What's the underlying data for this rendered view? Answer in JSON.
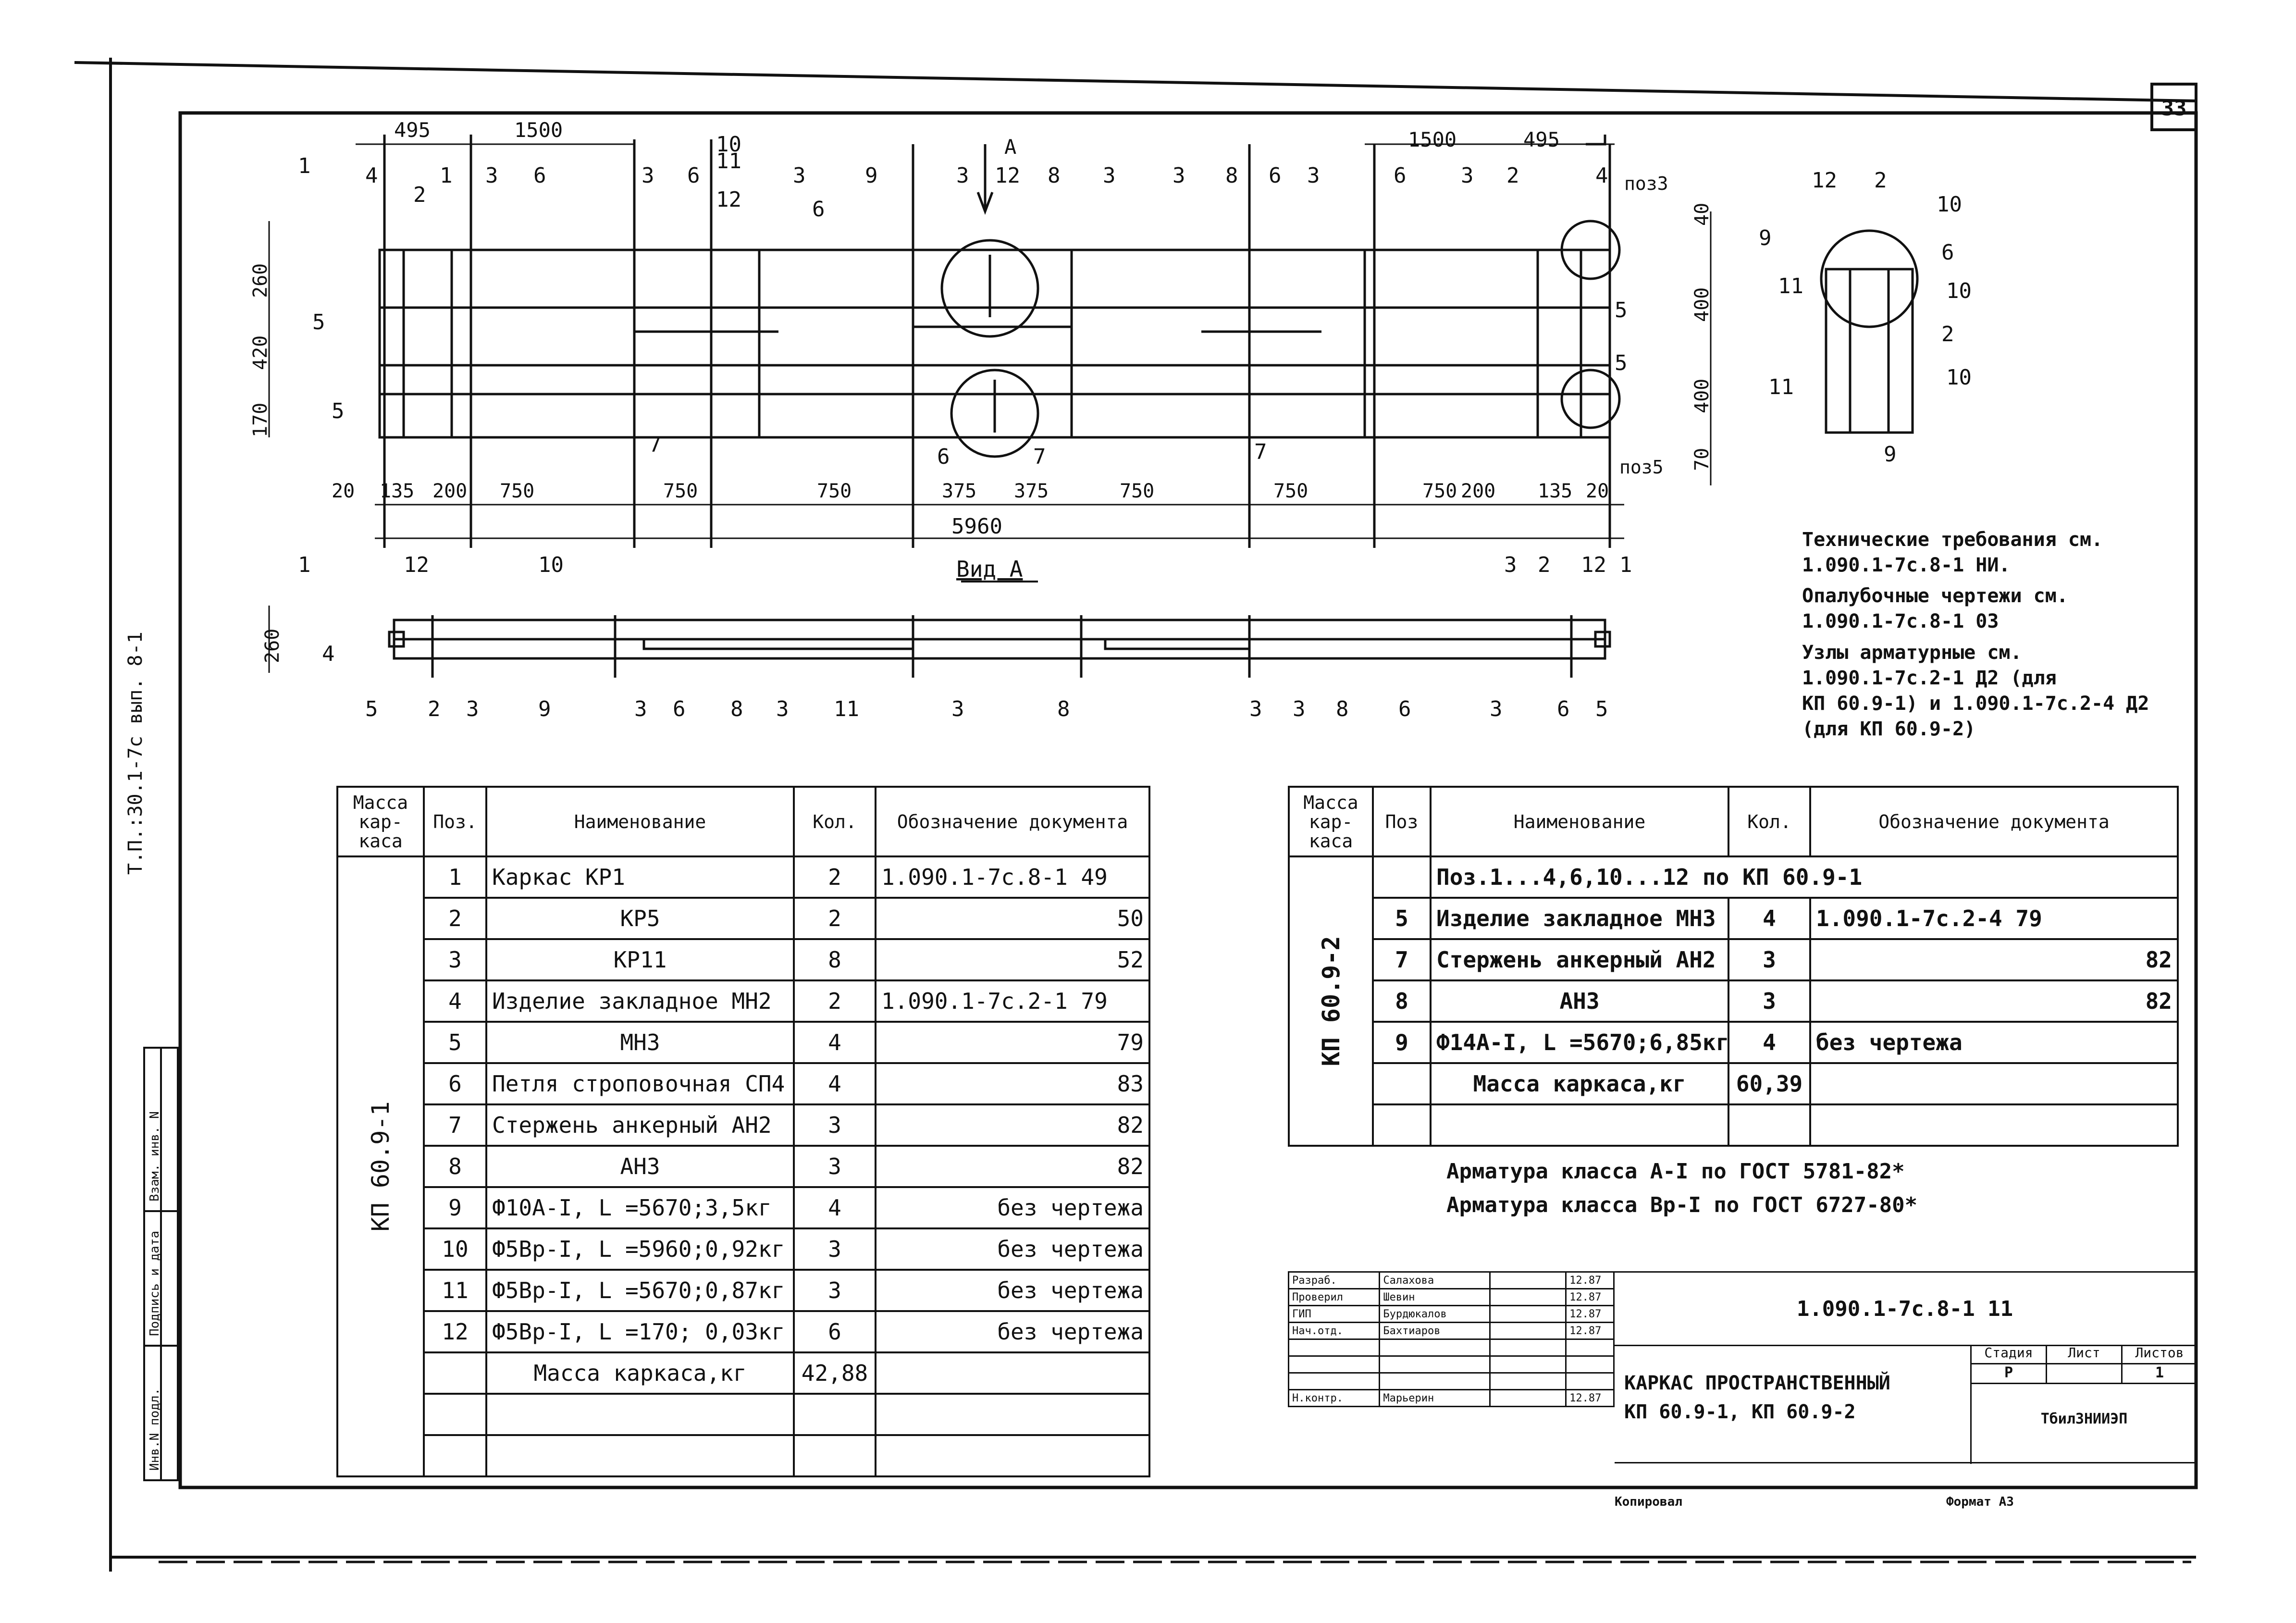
{
  "sheet": {
    "number": "33",
    "side_label": "Т.П.:30.1-7с вып. 8-1"
  },
  "side_stamp": [
    "Инв.N подл.",
    "Подпись и дата",
    "Взам. инв. N"
  ],
  "plan": {
    "top_dims": [
      "495",
      "1500",
      "1500",
      "495"
    ],
    "bottom_dims": [
      "20",
      "135",
      "200",
      "750",
      "750",
      "750",
      "375",
      "375",
      "750",
      "750",
      "750",
      "200",
      "135",
      "20"
    ],
    "total": "5960",
    "left_dims": [
      "260",
      "420",
      "170"
    ],
    "right_dims": [
      "40",
      "400",
      "400",
      "70"
    ],
    "pos_top": [
      "1",
      "4",
      "2",
      "1",
      "3",
      "6",
      "3",
      "6",
      "10",
      "11",
      "12",
      "3",
      "6",
      "9",
      "3",
      "12",
      "8",
      "3",
      "3",
      "8",
      "6",
      "3",
      "6",
      "3",
      "2",
      "4"
    ],
    "pos_other": [
      "5",
      "5",
      "7",
      "6",
      "7",
      "7",
      "5",
      "5"
    ],
    "pos3": "поз3",
    "pos5": "поз5",
    "arrow": "A"
  },
  "view_a": {
    "title": "Вид А",
    "dim": "260",
    "top_pos": [
      "1",
      "12",
      "10",
      "3",
      "2",
      "12",
      "1"
    ],
    "bottom_pos": [
      "5",
      "2",
      "3",
      "9",
      "3",
      "6",
      "8",
      "3",
      "11",
      "3",
      "8",
      "3",
      "3",
      "8",
      "6",
      "3",
      "6",
      "5",
      "4"
    ],
    "side_pos": [
      "4"
    ]
  },
  "detail": {
    "labels": [
      "12",
      "2",
      "10",
      "9",
      "6",
      "11",
      "10",
      "2",
      "11",
      "10",
      "9"
    ]
  },
  "notes": [
    "Технические требования см.",
    "1.090.1-7с.8-1 НИ.",
    "Опалубочные чертежи см.",
    "1.090.1-7с.8-1 03",
    "Узлы арматурные см.",
    "1.090.1-7с.2-1 Д2 (для",
    "КП 60.9-1) и 1.090.1-7с.2-4 Д2",
    "(для КП 60.9-2)"
  ],
  "table1": {
    "headers": [
      "Масса кар-каса",
      "Поз.",
      "Наименование",
      "Кол.",
      "Обозначение документа"
    ],
    "group": "КП 60.9-1",
    "rows": [
      [
        "1",
        "Каркас КР1",
        "2",
        "1.090.1-7с.8-1 49"
      ],
      [
        "2",
        "КР5",
        "2",
        "50"
      ],
      [
        "3",
        "КР11",
        "8",
        "52"
      ],
      [
        "4",
        "Изделие закладное МН2",
        "2",
        "1.090.1-7с.2-1 79"
      ],
      [
        "5",
        "МН3",
        "4",
        "79"
      ],
      [
        "6",
        "Петля строповочная СП4",
        "4",
        "83"
      ],
      [
        "7",
        "Стержень анкерный АН2",
        "3",
        "82"
      ],
      [
        "8",
        "АН3",
        "3",
        "82"
      ],
      [
        "9",
        "Ф10А-I, L =5670;3,5кг",
        "4",
        "без чертежа"
      ],
      [
        "10",
        "Ф5Вр-I, L =5960;0,92кг",
        "3",
        "без чертежа"
      ],
      [
        "11",
        "Ф5Вр-I, L =5670;0,87кг",
        "3",
        "без чертежа"
      ],
      [
        "12",
        "Ф5Вр-I, L =170; 0,03кг",
        "6",
        "без чертежа"
      ],
      [
        "",
        "Масса каркаса,кг",
        "42,88",
        ""
      ],
      [
        "",
        "",
        "",
        ""
      ],
      [
        "",
        "",
        "",
        ""
      ]
    ]
  },
  "table2": {
    "headers": [
      "Масса кар-каса",
      "Поз",
      "Наименование",
      "Кол.",
      "Обозначение документа"
    ],
    "group": "КП 60.9-2",
    "span_row": "Поз.1...4,6,10...12 по КП 60.9-1",
    "rows": [
      [
        "5",
        "Изделие закладное МН3",
        "4",
        "1.090.1-7с.2-4 79"
      ],
      [
        "7",
        "Стержень анкерный АН2",
        "3",
        "82"
      ],
      [
        "8",
        "АН3",
        "3",
        "82"
      ],
      [
        "9",
        "Ф14А-I, L =5670;6,85кг",
        "4",
        "без чертежа"
      ],
      [
        "",
        "Масса каркаса,кг",
        "60,39",
        ""
      ],
      [
        "",
        "",
        "",
        ""
      ]
    ]
  },
  "armature": [
    "Арматура класса А-I по ГОСТ 5781-82*",
    "Арматура класса Вр-I по ГОСТ 6727-80*"
  ],
  "title_block": {
    "roles": [
      "Разраб.",
      "Проверил",
      "ГИП",
      "Нач.отд.",
      "",
      "",
      "",
      "Н.контр."
    ],
    "names": [
      "Салахова",
      "Шевин",
      "Бурдюкалов",
      "Бахтиаров",
      "",
      "",
      "",
      "Марьерин"
    ],
    "dates": [
      "12.87",
      "12.87",
      "12.87",
      "12.87",
      "",
      "",
      "",
      "12.87"
    ],
    "code": "1.090.1-7с.8-1 11",
    "title": [
      "КАРКАС ПРОСТРАНСТВЕННЫЙ",
      "КП 60.9-1, КП 60.9-2"
    ],
    "stage_headers": [
      "Стадия",
      "Лист",
      "Листов"
    ],
    "stage_values": [
      "Р",
      "",
      "1"
    ],
    "org": "ТбилЗНИИЭП"
  },
  "footer": {
    "copied": "Копировал",
    "format": "Формат А3"
  }
}
